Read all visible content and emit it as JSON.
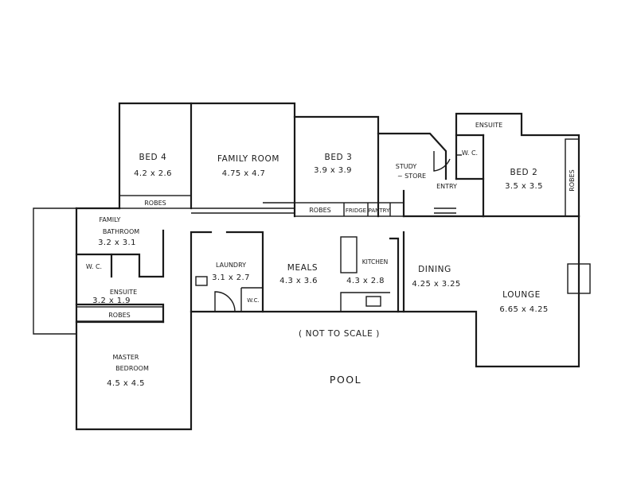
{
  "rooms": {
    "bed4": {
      "name": "BED 4",
      "size": "4.2 x 2.6"
    },
    "family_room": {
      "name": "FAMILY ROOM",
      "size": "4.75 x 4.7"
    },
    "bed3": {
      "name": "BED 3",
      "size": "3.9 x 3.9"
    },
    "study": {
      "name": "STUDY",
      "name2": "~ STORE"
    },
    "entry": {
      "name": "ENTRY"
    },
    "ensuite_top": {
      "name": "ENSUITE"
    },
    "wc_top": {
      "name": "W. C."
    },
    "bed2": {
      "name": "BED 2",
      "size": "3.5 x 3.5"
    },
    "robes_right": {
      "name": "ROBES"
    },
    "robes_bed4": {
      "name": "ROBES"
    },
    "robes_bed3": {
      "name": "ROBES"
    },
    "fridge": {
      "name": "FRIDGE"
    },
    "pantry": {
      "name": "PANTRY"
    },
    "family_bathroom": {
      "name": "FAMILY",
      "name2": "BATHROOM",
      "size": "3.2 x 3.1"
    },
    "wc_left": {
      "name": "W. C."
    },
    "ensuite_left": {
      "name": "ENSUITE",
      "size": "3.2 x 1.9"
    },
    "robes_master": {
      "name": "ROBES"
    },
    "master": {
      "name": "MASTER",
      "name2": "BEDROOM",
      "size": "4.5 x 4.5"
    },
    "laundry": {
      "name": "LAUNDRY",
      "size": "3.1 x 2.7"
    },
    "wc_laundry": {
      "name": "W.C."
    },
    "meals": {
      "name": "MEALS",
      "size": "4.3 x 3.6"
    },
    "kitchen": {
      "name": "KITCHEN",
      "size": "4.3 x 2.8"
    },
    "dining": {
      "name": "DINING",
      "size": "4.25 x 3.25"
    },
    "lounge": {
      "name": "LOUNGE",
      "size": "6.65 x 4.25"
    }
  },
  "notes": {
    "scale": "( NOT TO SCALE )",
    "pool": "POOL"
  }
}
